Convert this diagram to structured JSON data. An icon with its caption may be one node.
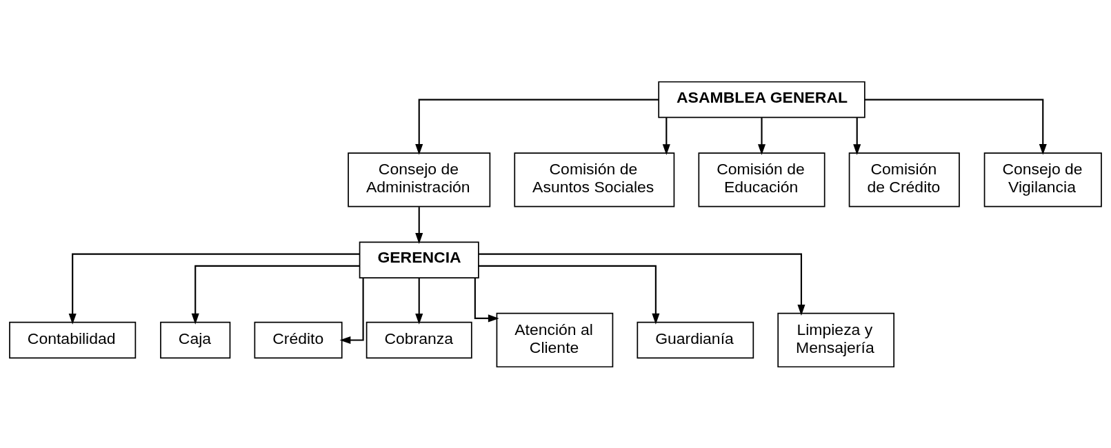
{
  "diagram": {
    "nodes": [
      {
        "text": [
          "ASAMBLEA GENERAL"
        ]
      },
      {
        "text": [
          "Consejo de Administración"
        ]
      },
      {
        "text": [
          "Comisión de Asuntos Sociales"
        ]
      },
      {
        "text": [
          "Comisión de Educación"
        ]
      },
      {
        "text": [
          "Comisión de Crédito"
        ]
      },
      {
        "text": [
          "Consejo de Vigilancia"
        ]
      },
      {
        "text": [
          "GERENCIA"
        ]
      },
      {
        "text": [
          "Contabilidad"
        ]
      },
      {
        "text": [
          "Caja"
        ]
      },
      {
        "text": [
          "Crédito"
        ]
      },
      {
        "text": [
          "Cobranza"
        ]
      },
      {
        "text": [
          "Atención al Cliente"
        ]
      },
      {
        "text": [
          "Guardianía"
        ]
      },
      {
        "text": [
          "Limpieza y Mensajería"
        ]
      }
    ],
    "edges": [
      {
        "from": 0,
        "to": 1,
        "arrow": "to"
      },
      {
        "from": 0,
        "to": 2,
        "arrow": "to"
      },
      {
        "from": 0,
        "to": 3,
        "arrow": "to"
      },
      {
        "from": 0,
        "to": 4,
        "arrow": "to"
      },
      {
        "from": 0,
        "to": 5,
        "arrow": "to"
      },
      {
        "from": 1,
        "to": 6,
        "arrow": "to"
      },
      {
        "from": 6,
        "to": 7,
        "arrow": "to"
      },
      {
        "from": 6,
        "to": 8,
        "arrow": "to"
      },
      {
        "from": 6,
        "to": 9,
        "arrow": "to"
      },
      {
        "from": 6,
        "to": 10,
        "arrow": "to"
      },
      {
        "from": 6,
        "to": 11,
        "arrow": "to"
      },
      {
        "from": 6,
        "to": 12,
        "arrow": "to"
      },
      {
        "from": 6,
        "to": 13,
        "arrow": "to"
      }
    ]
  }
}
